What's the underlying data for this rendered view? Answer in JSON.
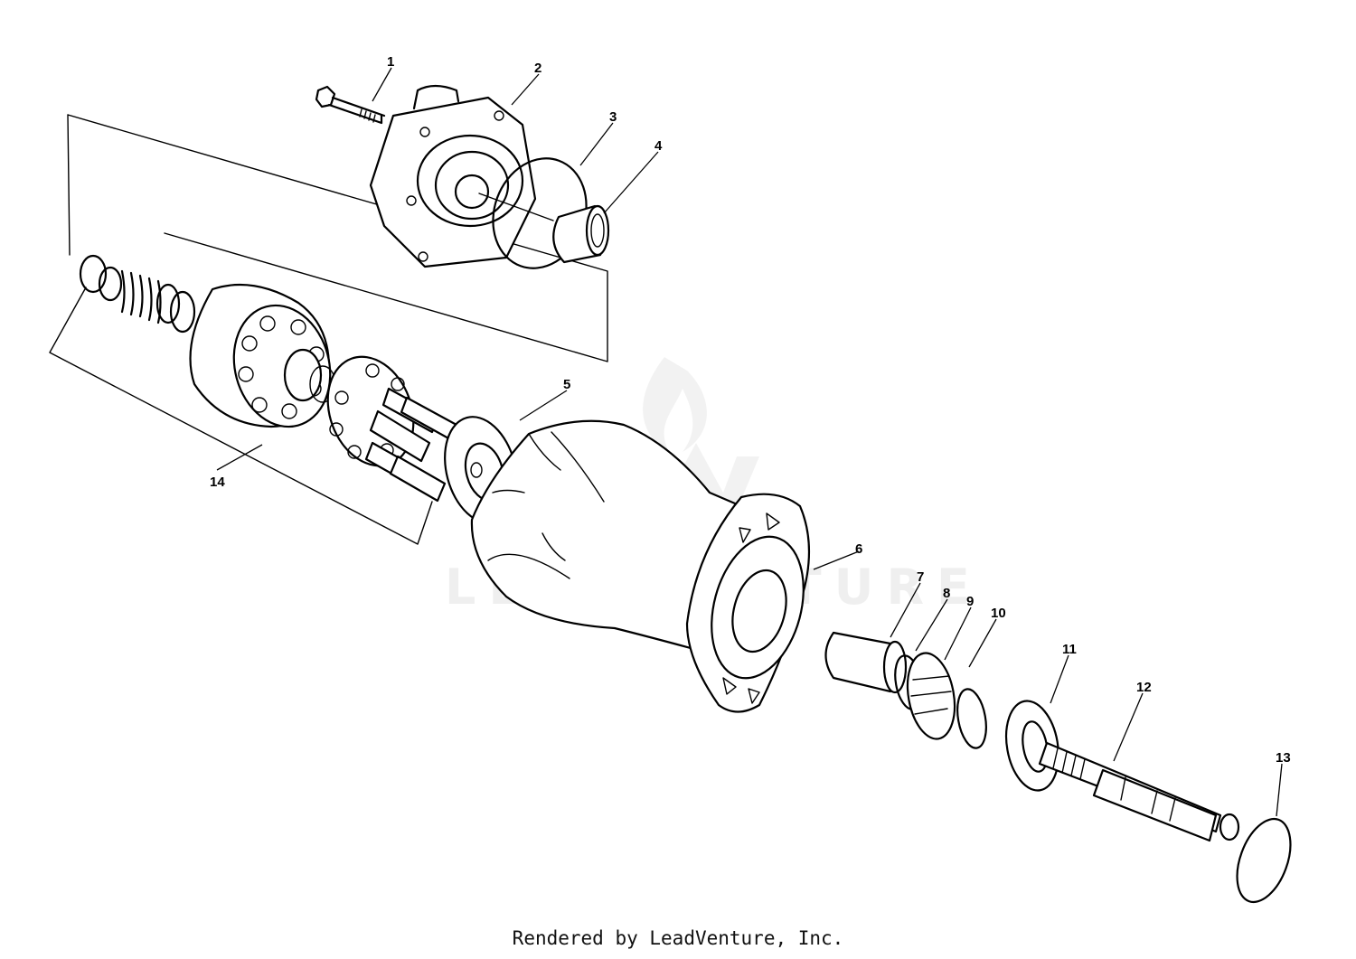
{
  "diagram": {
    "callouts": [
      "1",
      "2",
      "3",
      "4",
      "5",
      "6",
      "7",
      "8",
      "9",
      "10",
      "11",
      "12",
      "13",
      "14"
    ]
  },
  "watermark": {
    "text": "LEADVENTURE"
  },
  "footer": {
    "text": "Rendered by LeadVenture, Inc."
  }
}
